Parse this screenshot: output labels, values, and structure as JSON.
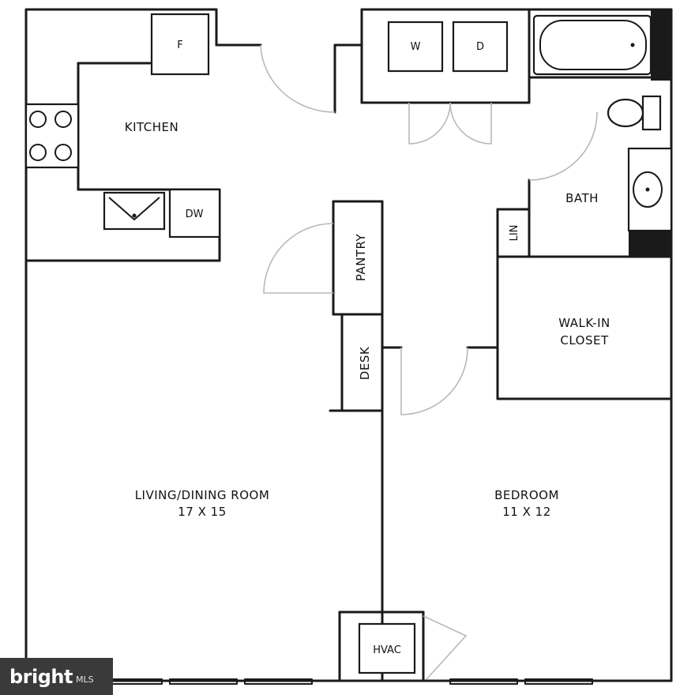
{
  "rooms": {
    "kitchen": "KITCHEN",
    "bath": "BATH",
    "pantry": "PANTRY",
    "desk": "DESK",
    "linen": "LIN",
    "closet_line1": "WALK-IN",
    "closet_line2": "CLOSET",
    "living_name": "LIVING/DINING ROOM",
    "living_size": "17 X 15",
    "bedroom_name": "BEDROOM",
    "bedroom_size": "11 X 12"
  },
  "fixtures": {
    "fridge": "F",
    "dishwasher": "DW",
    "washer": "W",
    "dryer": "D",
    "hvac": "HVAC"
  },
  "watermark": {
    "brand": "bright",
    "suffix": "MLS"
  }
}
